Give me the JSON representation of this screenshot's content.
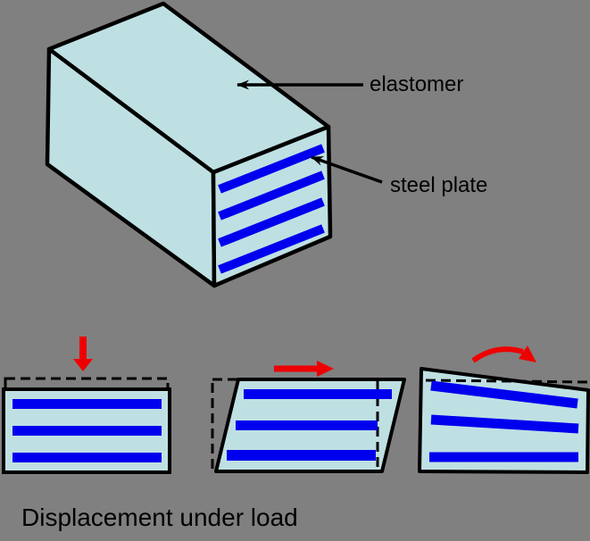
{
  "colors": {
    "background": "#808080",
    "elastomer_fill": "#bfe0e3",
    "steel_plate_blue": "#0000ee",
    "load_arrow_red": "#ee0000",
    "outline_black": "#000000"
  },
  "annotations": {
    "elastomer_label": "elastomer",
    "steel_plate_label": "steel plate"
  },
  "caption": "Displacement under load",
  "figure": {
    "isometric_block": {
      "steel_plate_count": 4
    },
    "load_cases": [
      {
        "name": "compression",
        "icon": "red-arrow-down-icon",
        "steel_plate_count": 3
      },
      {
        "name": "shear",
        "icon": "red-arrow-right-icon",
        "steel_plate_count": 3
      },
      {
        "name": "rotation",
        "icon": "red-arrow-curved-clockwise-icon",
        "steel_plate_count": 3
      }
    ]
  }
}
